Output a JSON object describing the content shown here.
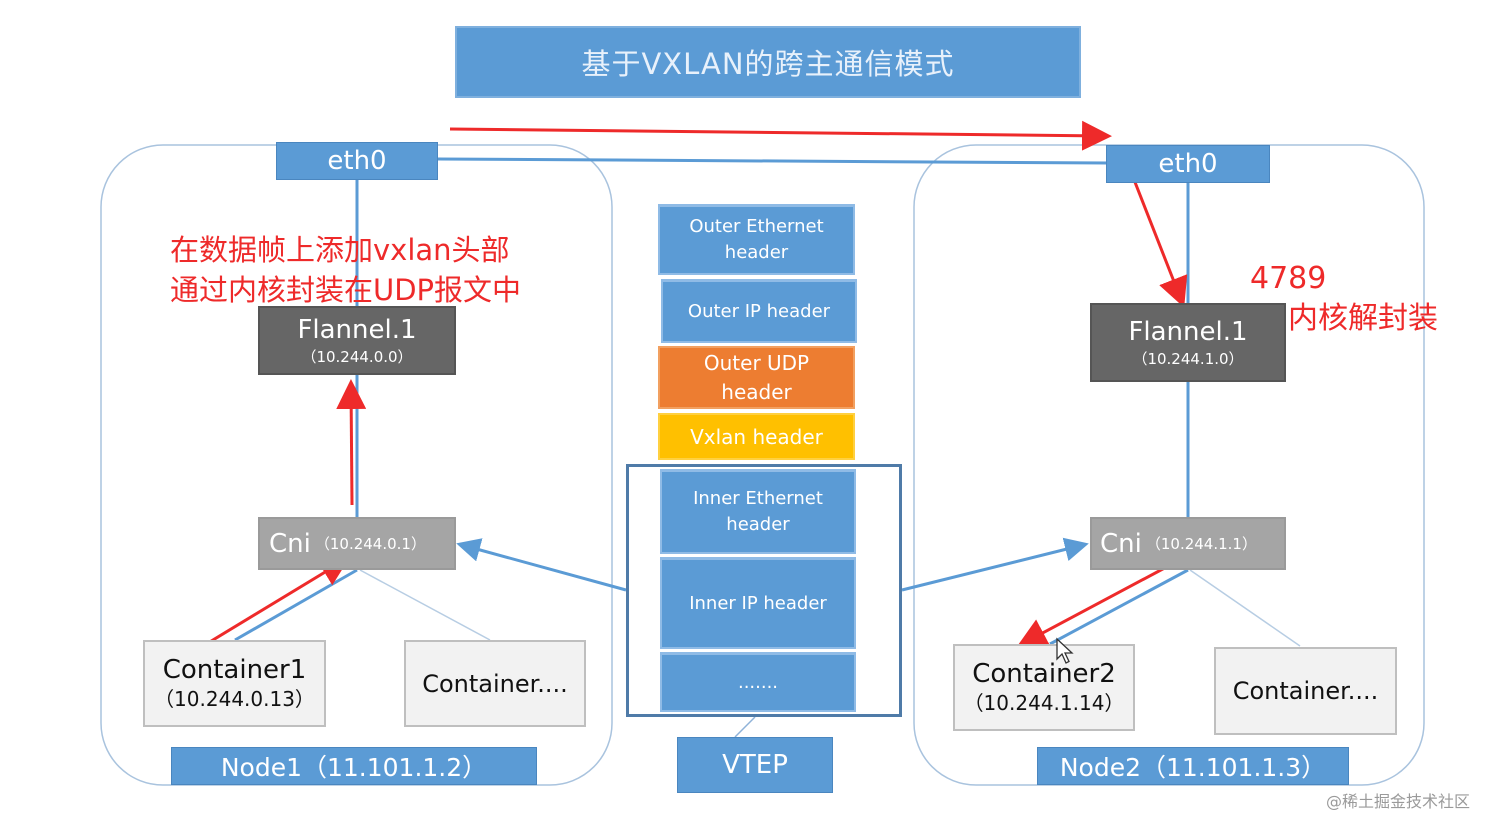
{
  "title": "基于VXLAN的跨主通信模式",
  "node1": {
    "eth": "eth0",
    "flannel_name": "Flannel.1",
    "flannel_ip": "（10.244.0.0）",
    "cni_name": "Cni",
    "cni_ip": "（10.244.0.1）",
    "container1_name": "Container1",
    "container1_ip": "（10.244.0.13）",
    "container_other": "Container....",
    "label": "Node1（11.101.1.2）",
    "note_line1": "在数据帧上添加vxlan头部",
    "note_line2": "通过内核封装在UDP报文中"
  },
  "node2": {
    "eth": "eth0",
    "flannel_name": "Flannel.1",
    "flannel_ip": "（10.244.1.0）",
    "cni_name": "Cni",
    "cni_ip": "（10.244.1.1）",
    "container2_name": "Container2",
    "container2_ip": "（10.244.1.14）",
    "container_other": "Container....",
    "label": "Node2（11.101.1.3）",
    "note_port": "4789",
    "note_decap": "内核解封装"
  },
  "packet": {
    "outer_eth": "Outer Ethernet header",
    "outer_ip": "Outer IP header",
    "outer_udp": "Outer UDP header",
    "vxlan": "Vxlan header",
    "inner_eth": "Inner Ethernet header",
    "inner_ip": "Inner IP header",
    "more": ".......",
    "vtep": "VTEP"
  },
  "watermark": "@稀土掘金技术社区",
  "colors": {
    "blue": "#5b9bd5",
    "dark_grey": "#666666",
    "grey": "#a5a5a5",
    "orange": "#ed7d31",
    "gold": "#ffc000",
    "red_arrow": "#ee2a2a",
    "note_red": "#ee2a2a"
  }
}
